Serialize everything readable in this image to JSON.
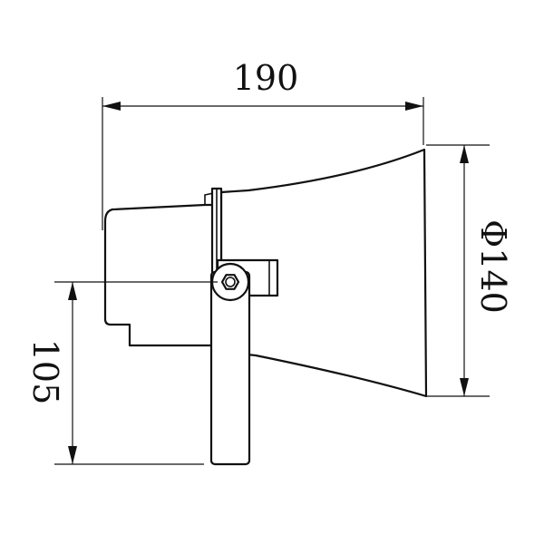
{
  "dimensions": {
    "length": "190",
    "diameter": "Φ140",
    "mount_height": "105"
  },
  "colors": {
    "line": "#111111",
    "background": "#ffffff"
  }
}
